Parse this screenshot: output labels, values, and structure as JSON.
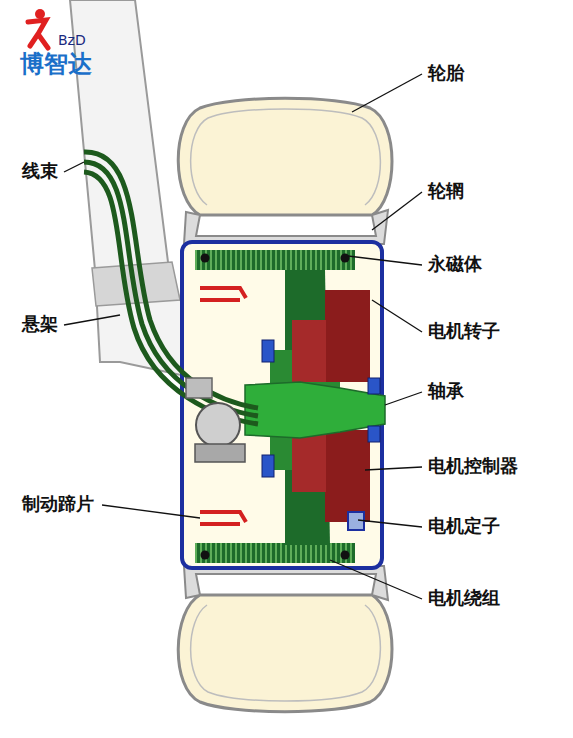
{
  "diagram": {
    "labels": [
      "BzD",
      "博智达",
      "轮胎",
      "线束",
      "轮辋",
      "永磁体",
      "悬架",
      "电机转子",
      "轴承",
      "电机控制器",
      "制动蹄片",
      "电机定子",
      "电机绕组"
    ]
  }
}
